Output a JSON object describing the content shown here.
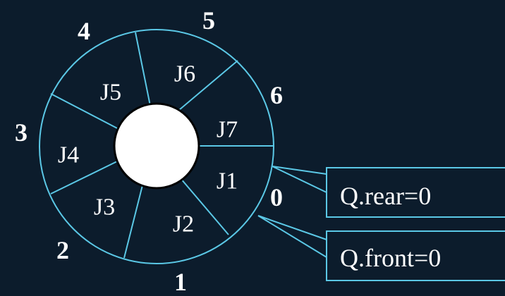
{
  "colors": {
    "background": "#0c1c2c",
    "line": "#5bc8e6",
    "hub_fill": "#ffffff",
    "hub_stroke": "#000000",
    "text": "#ffffff"
  },
  "ring": {
    "index_labels": [
      "0",
      "1",
      "2",
      "3",
      "4",
      "5",
      "6"
    ],
    "slot_labels": [
      "J1",
      "J2",
      "J3",
      "J4",
      "J5",
      "J6",
      "J7"
    ]
  },
  "pointers": {
    "rear": {
      "text": "Q.rear=0",
      "points_to_index": "0"
    },
    "front": {
      "text": "Q.front=0",
      "points_to_index": "0"
    }
  }
}
